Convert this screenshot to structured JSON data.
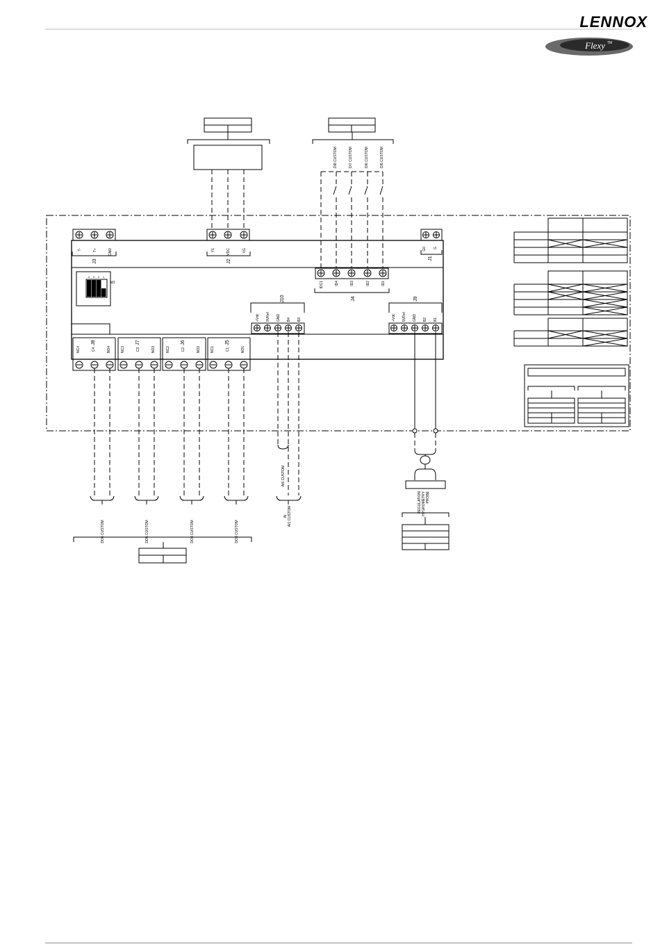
{
  "header": {
    "brand": "LENNOX",
    "badge": "Flexy",
    "badge_suffix": "TM"
  },
  "connectors": {
    "j3": {
      "name": "J3",
      "pins": [
        "T-",
        "T+",
        "GND"
      ]
    },
    "j2": {
      "name": "J2",
      "pins": [
        "Y1",
        "VDC",
        "VG"
      ]
    },
    "j1": {
      "name": "J1",
      "pins": [
        "G0",
        "G"
      ]
    },
    "j4": {
      "name": "J4",
      "pins": [
        "IDC1",
        "ID4",
        "ID3",
        "ID2",
        "ID1"
      ]
    },
    "j10": {
      "name": "J10",
      "pins": [
        "+Vdc",
        "5VRef",
        "GND",
        "B4",
        "B3"
      ]
    },
    "j9": {
      "name": "J9",
      "pins": [
        "+Vdc",
        "5VRef",
        "GND",
        "B2",
        "B1"
      ]
    },
    "j8": {
      "name": "J8",
      "pins": [
        "NC4",
        "C4",
        "NO4"
      ]
    },
    "j7": {
      "name": "J7",
      "pins": [
        "NC3",
        "C3",
        "NO3"
      ]
    },
    "j6": {
      "name": "J6",
      "pins": [
        "NC2",
        "C2",
        "NO2"
      ]
    },
    "j5": {
      "name": "J5",
      "pins": [
        "NC1",
        "C1",
        "NO1"
      ]
    }
  },
  "dip_switch": {
    "numbers": [
      "4",
      "3",
      "2",
      "1"
    ],
    "on_label": "NO"
  },
  "wire_labels": {
    "digital_inputs": [
      "DI8 CUSTOM",
      "DI7 CUSTOM",
      "DI6 CUSTOM",
      "DI5 CUSTOM"
    ],
    "digital_outputs": [
      "DO6 CUSTOM",
      "DO5 CUSTOM",
      "DO4 CUSTOM",
      "DO3 CUSTOM"
    ],
    "analog_in_b4": "AI6 CUSTOM",
    "analog_in_b3_line1": "AI",
    "analog_in_b3_line2": "AI1 CUSTOM",
    "probe_line1": "REGULATION",
    "probe_line2": "HYGROMETRY",
    "probe_line3": "PROBE"
  }
}
